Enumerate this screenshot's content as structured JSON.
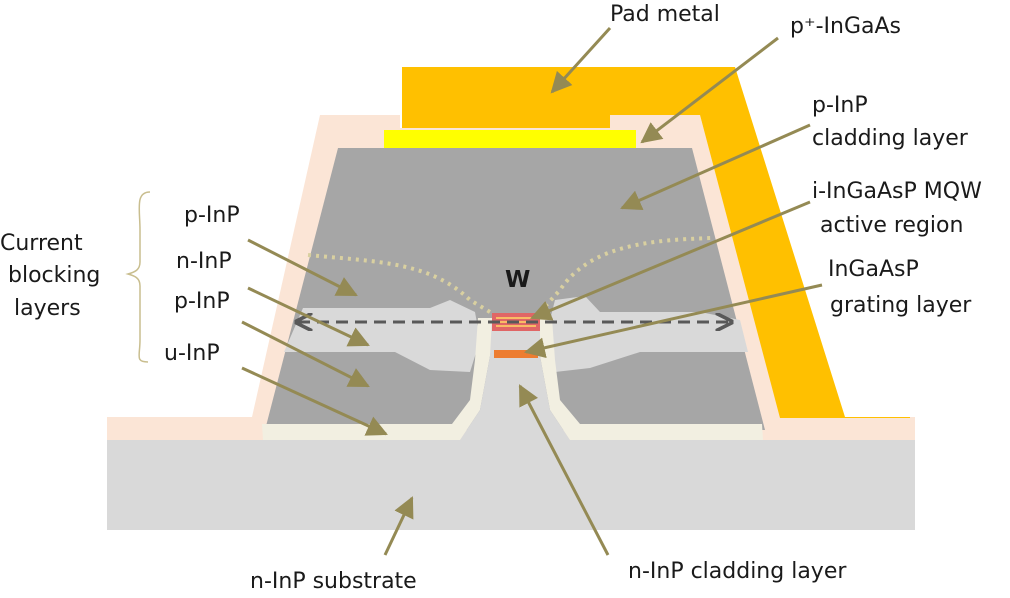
{
  "labels": {
    "pad_metal": "Pad metal",
    "p_plus_ingaas": "p⁺-InGaAs",
    "p_inp_cladding_line1": "p-InP",
    "p_inp_cladding_line2": "cladding layer",
    "mqw_line1": "i-InGaAsP MQW",
    "mqw_line2": "active region",
    "grating_line1": "InGaAsP",
    "grating_line2": "grating layer",
    "current_blocking_line1": "Current",
    "current_blocking_line2": "blocking",
    "current_blocking_line3": "layers",
    "block_p_inp_top": "p-InP",
    "block_n_inp": "n-InP",
    "block_p_inp_bottom": "p-InP",
    "block_u_inp": "u-InP",
    "width_mark": "W",
    "substrate": "n-InP substrate",
    "n_cladding": "n-InP cladding layer"
  },
  "colors": {
    "pad_metal": "#FFC000",
    "contact_layer": "#FFFF00",
    "passivation": "#FBE5D6",
    "p_inp": "#A6A6A6",
    "substrate": "#D9D9D9",
    "blocking_light": "#D9D9D9",
    "regrowth_liner": "#F2EFE1",
    "active_region": "#E06666",
    "grating": "#ED7D31",
    "leader": "#948A54",
    "dashed_arrow": "#595959",
    "current_path": "#D9D0A0"
  }
}
